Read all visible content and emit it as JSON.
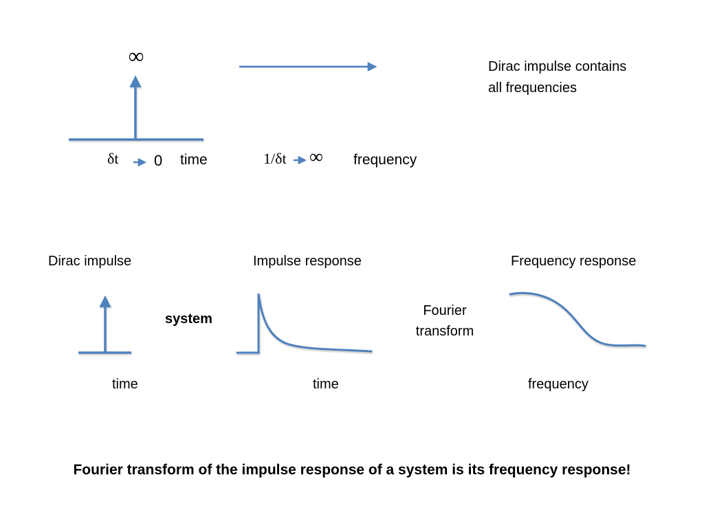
{
  "colors": {
    "accent": "#4f81bd",
    "text": "#000000",
    "background": "#ffffff"
  },
  "top": {
    "infinity_peak": "∞",
    "delta_t": "δt",
    "zero": "0",
    "time_label": "time",
    "one_over_delta_t": "1/δt",
    "infinity_limit": "∞",
    "frequency_label": "frequency",
    "note_line1": "Dirac impulse contains",
    "note_line2": "all frequencies"
  },
  "middle": {
    "dirac_title": "Dirac impulse",
    "impulse_title": "Impulse response",
    "frequency_title": "Frequency response",
    "system_label": "system",
    "fourier_line1": "Fourier",
    "fourier_line2": "transform",
    "dirac_time_label": "time",
    "impulse_time_label": "time",
    "frequency_axis_label": "frequency"
  },
  "footer": {
    "text": "Fourier transform of the impulse response of a system is its frequency response!"
  }
}
